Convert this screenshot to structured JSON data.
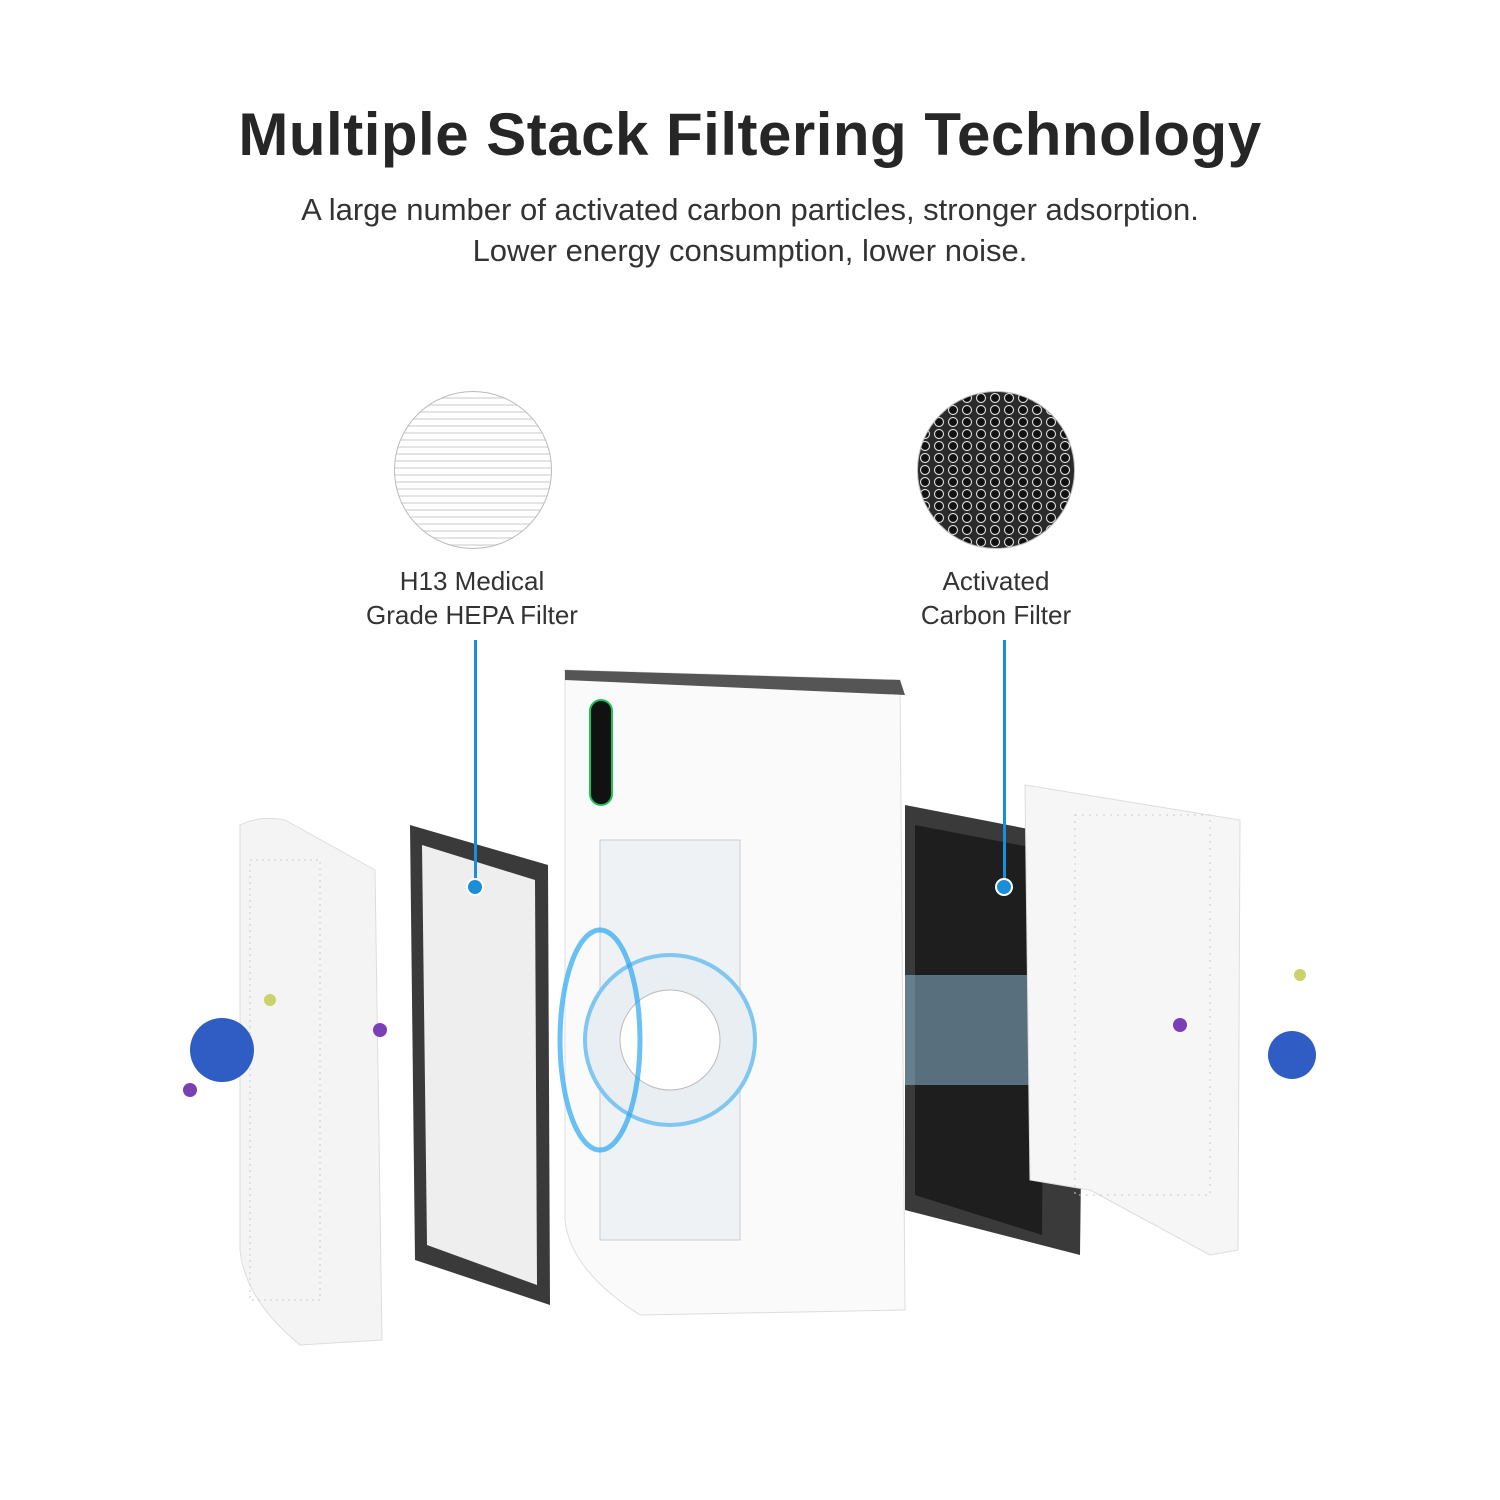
{
  "header": {
    "title": "Multiple Stack Filtering Technology",
    "subtitle_line1": "A large number of activated carbon particles, stronger adsorption.",
    "subtitle_line2": "Lower energy consumption, lower noise."
  },
  "callouts": [
    {
      "line1": "H13 Medical",
      "line2": "Grade HEPA Filter",
      "icon": "hepa-pleat-texture"
    },
    {
      "line1": "Activated",
      "line2": "Carbon Filter",
      "icon": "carbon-honeycomb-texture"
    }
  ],
  "colors": {
    "accent": "#1a8fd8",
    "text": "#262626",
    "filter_frame": "#3a3a3a",
    "display_ring": "#19c25a"
  }
}
